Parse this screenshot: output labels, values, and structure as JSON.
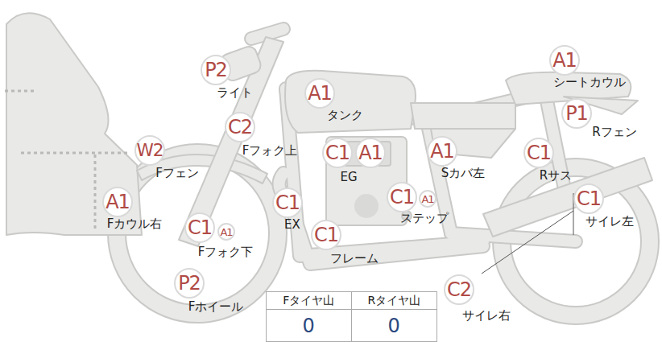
{
  "diagram": {
    "nodes": [
      {
        "text": [
          "P2",
          "ライト"
        ]
      },
      {
        "text": [
          "A1",
          "タンク"
        ]
      },
      {
        "text": [
          "A1",
          "シートカウル"
        ]
      },
      {
        "text": [
          "P1",
          "Rフェン"
        ]
      },
      {
        "text": [
          "C2",
          "Fフォク上"
        ]
      },
      {
        "text": [
          "W2",
          "Fフェン"
        ]
      },
      {
        "text": [
          "C1",
          "EG"
        ]
      },
      {
        "text": [
          "A1"
        ]
      },
      {
        "text": [
          "A1",
          "Sカバ左"
        ]
      },
      {
        "text": [
          "C1",
          "Rサス"
        ]
      },
      {
        "text": [
          "A1",
          "Fカウル右"
        ]
      },
      {
        "text": [
          "C1",
          "EX"
        ]
      },
      {
        "text": [
          "C1",
          "ステップ"
        ]
      },
      {
        "text": [
          "A1"
        ]
      },
      {
        "text": [
          "C1",
          "サイレ左"
        ]
      },
      {
        "text": [
          "C1",
          "Fフォク下"
        ]
      },
      {
        "text": [
          "A1"
        ]
      },
      {
        "text": [
          "C1",
          "フレーム"
        ]
      },
      {
        "text": [
          "P2",
          "Fホイール"
        ]
      },
      {
        "text": [
          "C2",
          "サイレ右"
        ]
      }
    ],
    "labels": [
      "Fタイヤ山",
      "Rタイヤ山",
      "0",
      "0"
    ]
  }
}
